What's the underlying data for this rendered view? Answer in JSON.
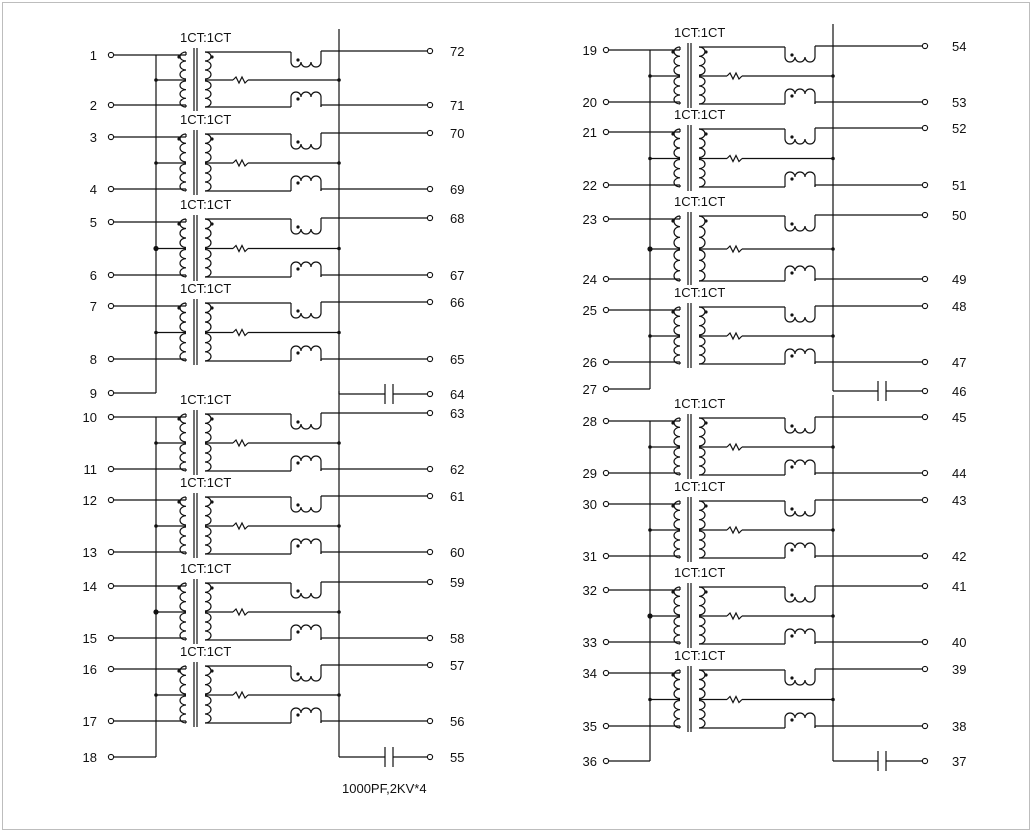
{
  "diagram": {
    "ratio_label": "1CT:1CT",
    "capacitor_note": "1000PF,2KV*4",
    "left_block": {
      "channels": [
        {
          "in_top": "1",
          "in_bot": "2",
          "out_top": "72",
          "out_bot": "71"
        },
        {
          "in_top": "3",
          "in_bot": "4",
          "out_top": "70",
          "out_bot": "69"
        },
        {
          "in_top": "5",
          "in_bot": "6",
          "out_top": "68",
          "out_bot": "67"
        },
        {
          "in_top": "7",
          "in_bot": "8",
          "out_top": "66",
          "out_bot": "65"
        },
        {
          "in_top": "10",
          "in_bot": "11",
          "out_top": "63",
          "out_bot": "62"
        },
        {
          "in_top": "12",
          "in_bot": "13",
          "out_top": "61",
          "out_bot": "60"
        },
        {
          "in_top": "14",
          "in_bot": "15",
          "out_top": "59",
          "out_bot": "58"
        },
        {
          "in_top": "16",
          "in_bot": "17",
          "out_top": "57",
          "out_bot": "56"
        }
      ],
      "ct_pins": [
        "9",
        "18"
      ],
      "cap_pins": [
        "64",
        "55"
      ]
    },
    "right_block": {
      "channels": [
        {
          "in_top": "19",
          "in_bot": "20",
          "out_top": "54",
          "out_bot": "53"
        },
        {
          "in_top": "21",
          "in_bot": "22",
          "out_top": "52",
          "out_bot": "51"
        },
        {
          "in_top": "23",
          "in_bot": "24",
          "out_top": "50",
          "out_bot": "49"
        },
        {
          "in_top": "25",
          "in_bot": "26",
          "out_top": "48",
          "out_bot": "47"
        },
        {
          "in_top": "28",
          "in_bot": "29",
          "out_top": "45",
          "out_bot": "44"
        },
        {
          "in_top": "30",
          "in_bot": "31",
          "out_top": "43",
          "out_bot": "42"
        },
        {
          "in_top": "32",
          "in_bot": "33",
          "out_top": "41",
          "out_bot": "40"
        },
        {
          "in_top": "34",
          "in_bot": "35",
          "out_top": "39",
          "out_bot": "38"
        }
      ],
      "ct_pins": [
        "27",
        "36"
      ],
      "cap_pins": [
        "46",
        "37"
      ]
    }
  }
}
